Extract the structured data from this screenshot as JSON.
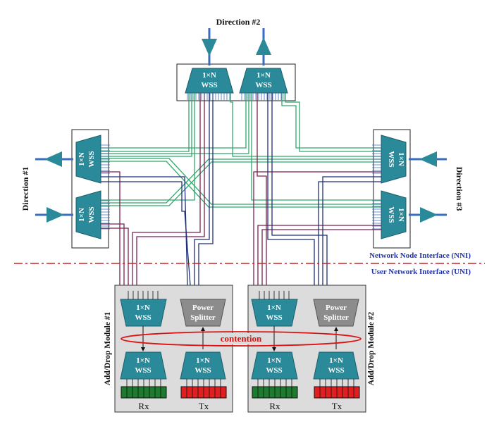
{
  "directions": {
    "d1": "Direction #1",
    "d2": "Direction #2",
    "d3": "Direction #3"
  },
  "wss": {
    "line1": "1×N",
    "line2": "WSS"
  },
  "splitter": {
    "line1": "Power",
    "line2": "Splitter"
  },
  "interfaces": {
    "nni": "Network Node Interface (NNI)",
    "uni": "User Network Interface (UNI)"
  },
  "modules": {
    "m1": "Add/Drop Module #1",
    "m2": "Add/Drop Module #2"
  },
  "ports": {
    "rx": "Rx",
    "tx": "Tx"
  },
  "contention": "contention",
  "colors": {
    "wss": "#2a8a9a",
    "wss_stroke": "#1c5e6a",
    "splitter": "#8c8c8c",
    "fiber_blue": "#3a6cc0",
    "green_path": "#2fa86a",
    "dark_blue_path": "#1f2f7a",
    "maroon_path": "#7a2250",
    "rx_fill": "#1e7a2e",
    "tx_fill": "#e02020",
    "interface_line": "#cc2222",
    "interface_text": "#2233aa",
    "contention": "#dd1111",
    "module_bg": "#dcdcdc"
  }
}
